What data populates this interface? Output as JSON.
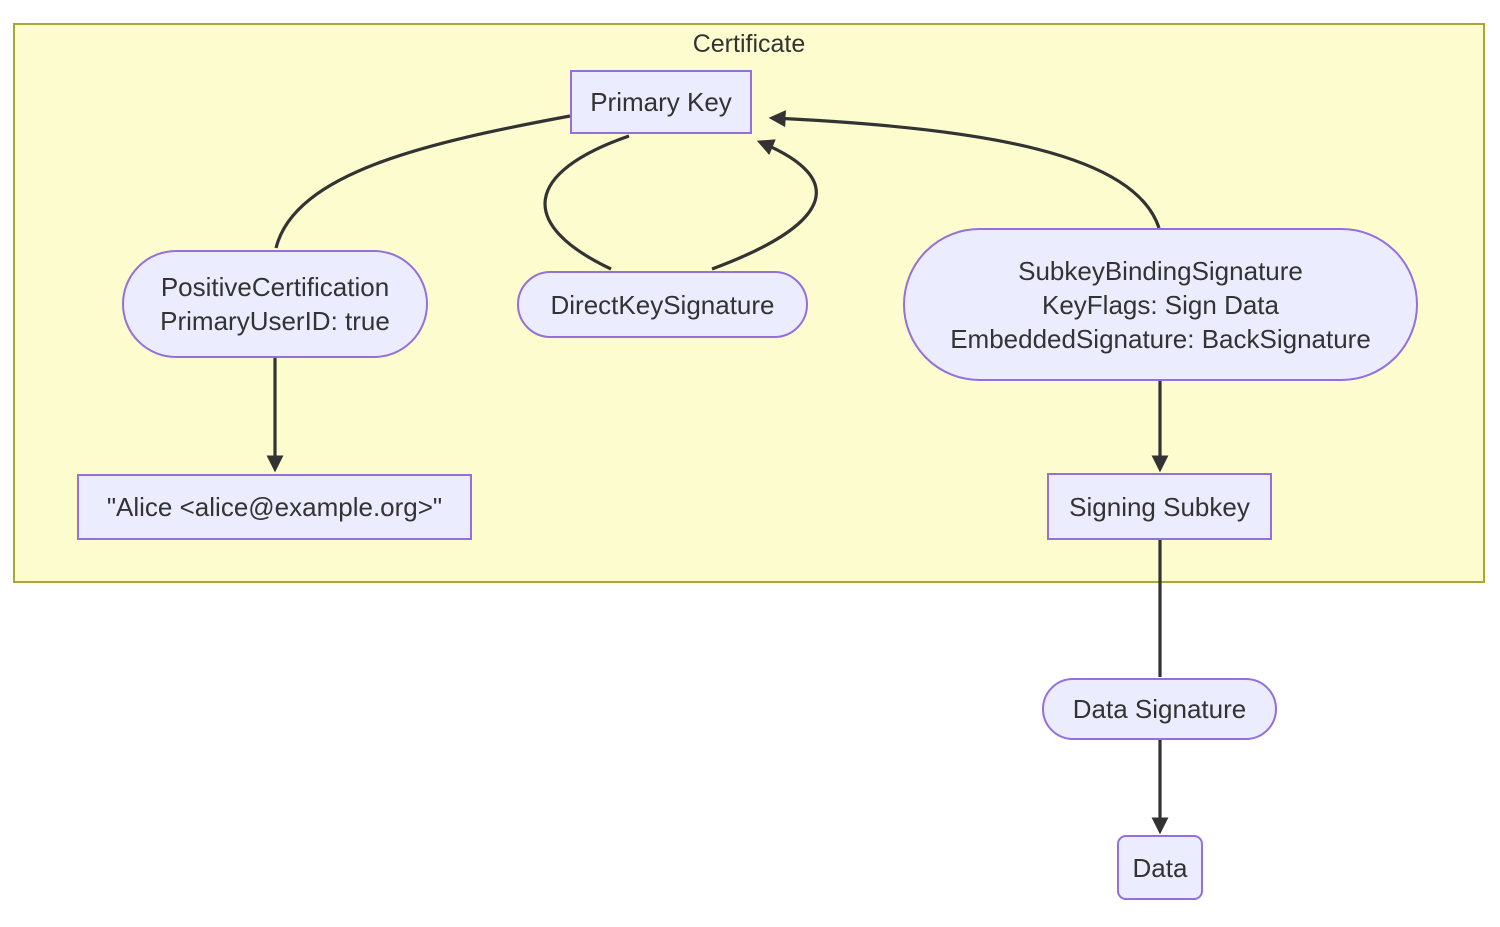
{
  "diagram": {
    "container_label": "Certificate",
    "nodes": {
      "primary_key": "Primary Key",
      "positive_certification": {
        "line1": "PositiveCertification",
        "line2": "PrimaryUserID: true"
      },
      "direct_key_signature": "DirectKeySignature",
      "subkey_binding_signature": {
        "line1": "SubkeyBindingSignature",
        "line2": "KeyFlags: Sign Data",
        "line3": "EmbeddedSignature: BackSignature"
      },
      "user_id": "\"Alice <alice@example.org>\"",
      "signing_subkey": "Signing Subkey",
      "data_signature": "Data Signature",
      "data": "Data"
    },
    "edges": [
      {
        "from": "primary_key",
        "to": "positive_certification",
        "arrow": false
      },
      {
        "from": "positive_certification",
        "to": "user_id",
        "arrow": true
      },
      {
        "from": "primary_key",
        "to": "direct_key_signature",
        "arrow": false
      },
      {
        "from": "direct_key_signature",
        "to": "primary_key",
        "arrow": true
      },
      {
        "from": "subkey_binding_signature",
        "to": "primary_key",
        "arrow": true
      },
      {
        "from": "subkey_binding_signature",
        "to": "signing_subkey",
        "arrow": true
      },
      {
        "from": "signing_subkey",
        "to": "data_signature",
        "arrow": false
      },
      {
        "from": "data_signature",
        "to": "data",
        "arrow": true
      }
    ],
    "colors": {
      "node_fill": "#ECECFF",
      "node_border": "#9370DB",
      "subgraph_fill": "#FCFCCE",
      "subgraph_border": "#A8A832",
      "edge": "#333333",
      "text": "#333333"
    }
  }
}
